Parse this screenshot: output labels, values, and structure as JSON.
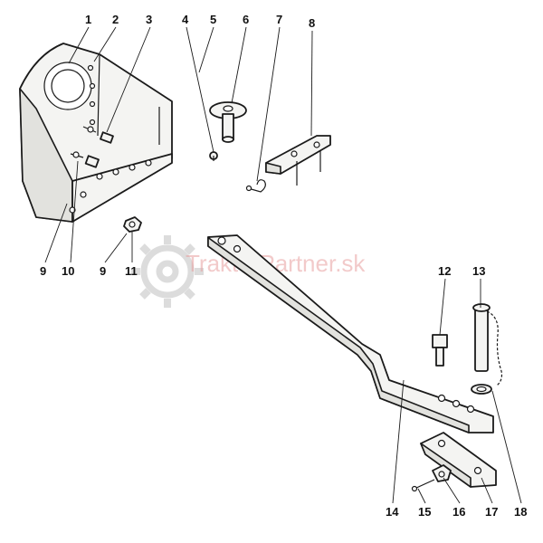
{
  "watermark": {
    "text": "TraktorPartner.sk",
    "gear_icon": "gear-icon"
  },
  "callouts": [
    "1",
    "2",
    "3",
    "4",
    "5",
    "6",
    "7",
    "8",
    "9",
    "10",
    "9",
    "11",
    "12",
    "13",
    "14",
    "15",
    "16",
    "17",
    "18"
  ]
}
